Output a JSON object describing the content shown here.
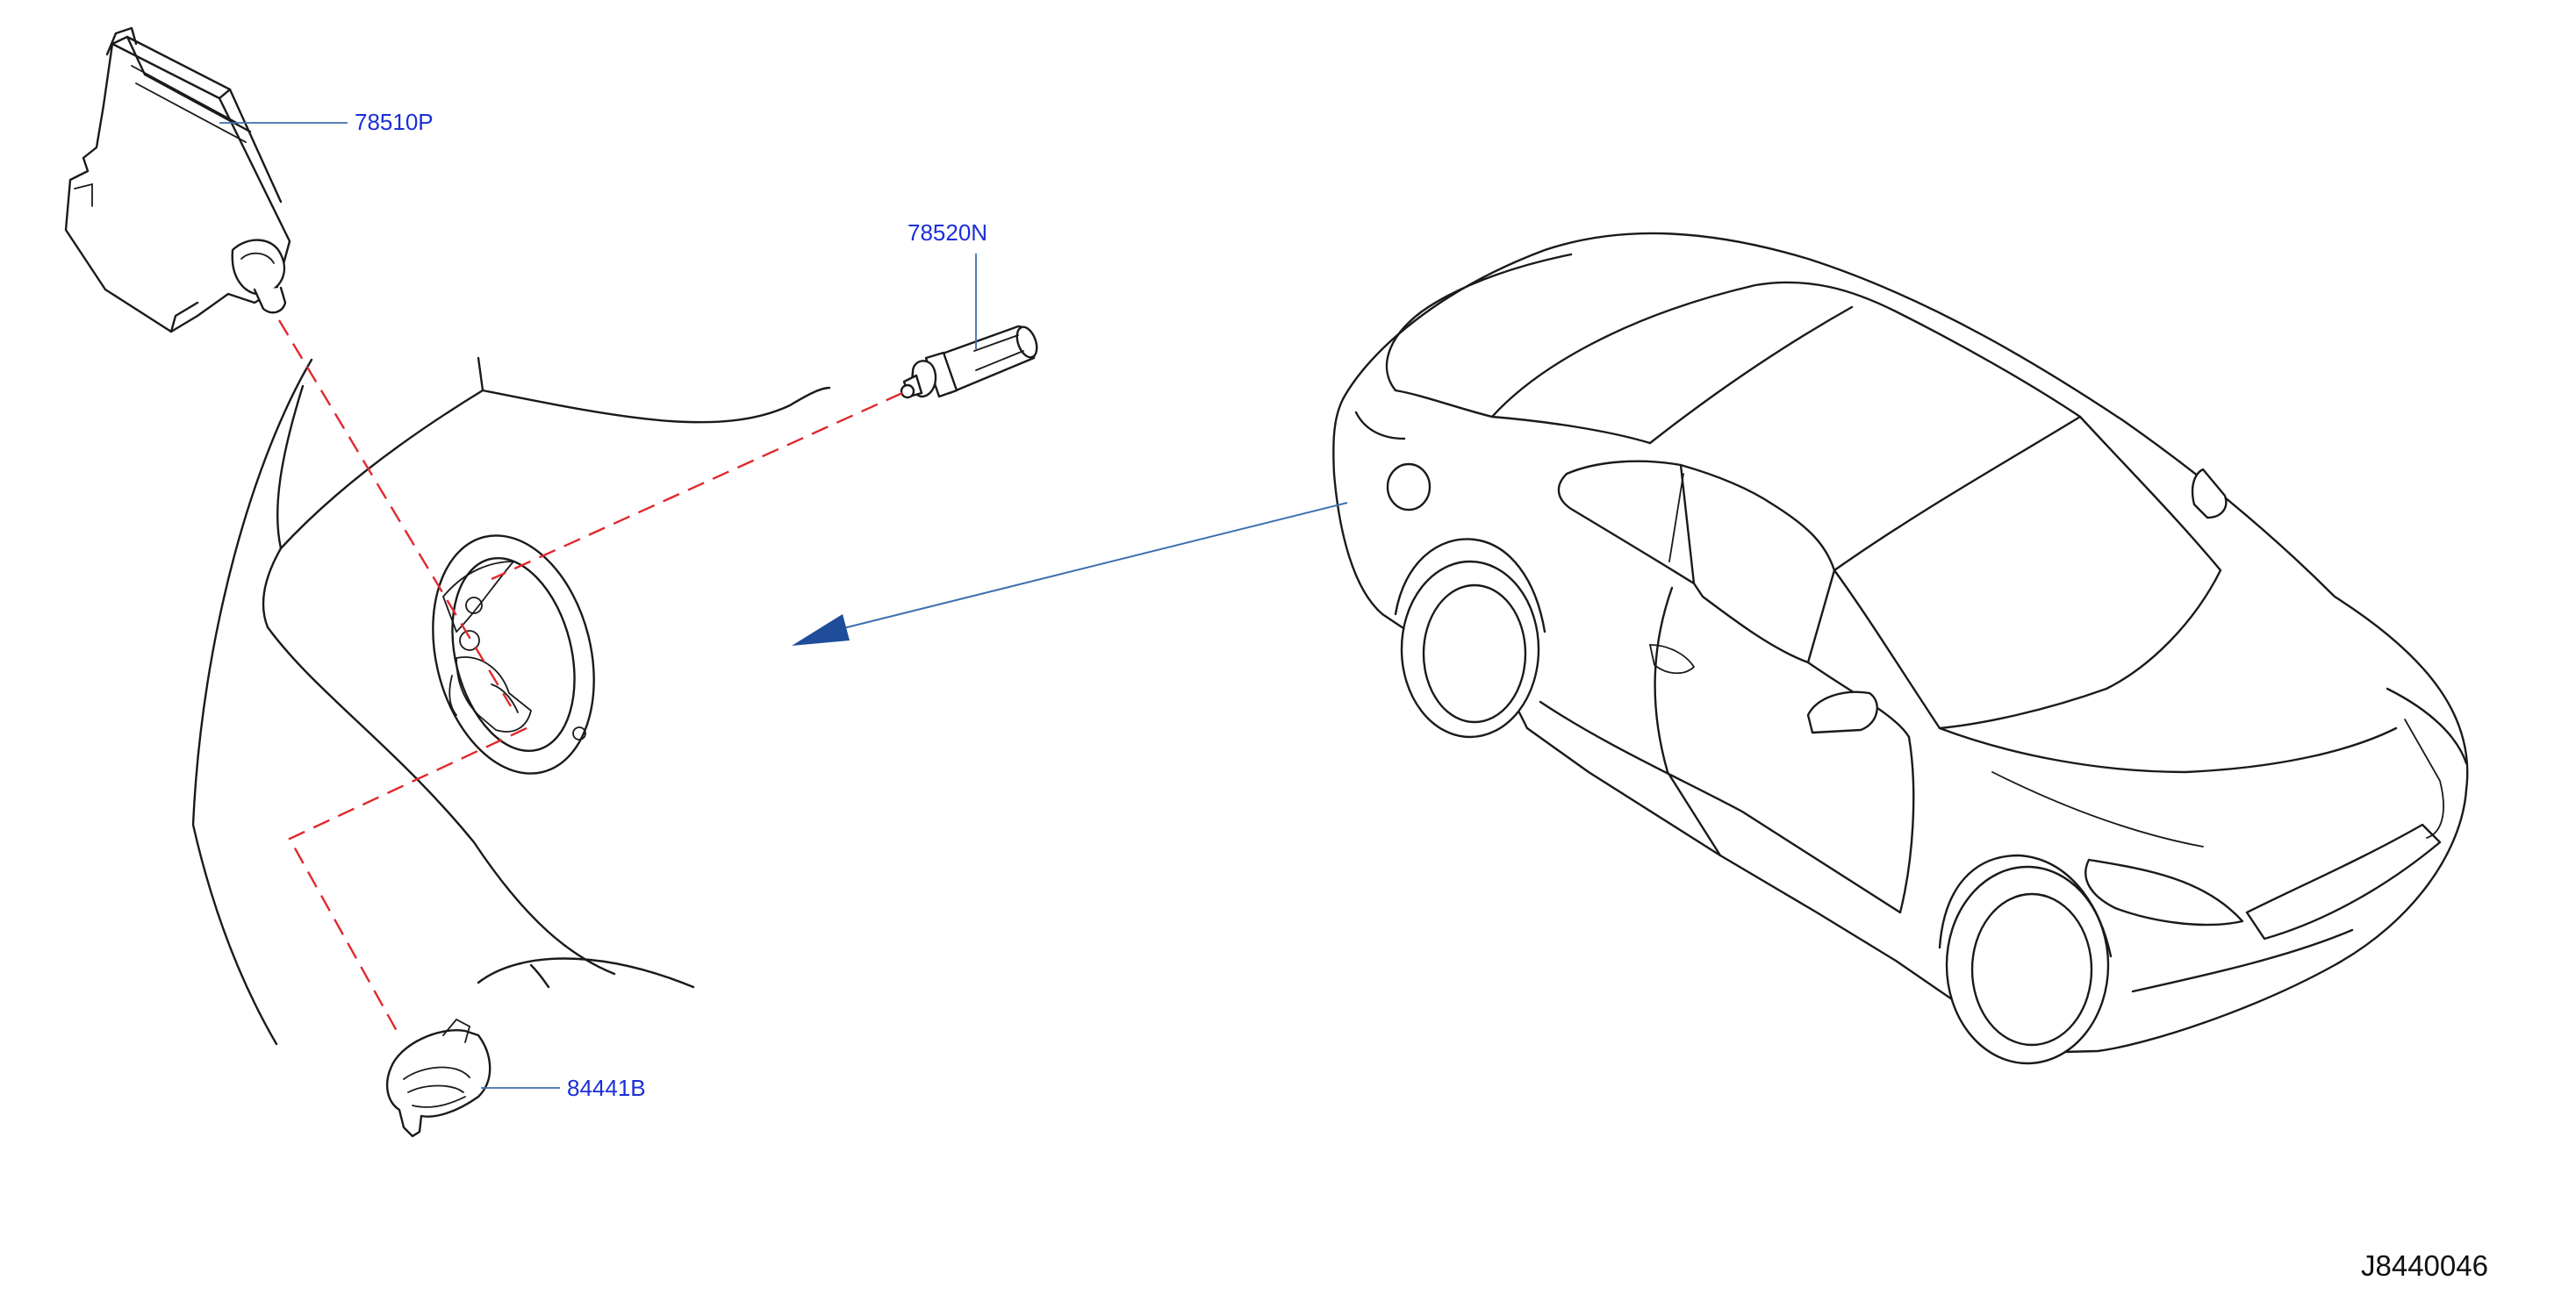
{
  "diagram": {
    "code": "J8440046",
    "parts": [
      {
        "id": "part-78510p",
        "number": "78510P"
      },
      {
        "id": "part-78520n",
        "number": "78520N"
      },
      {
        "id": "part-84441b",
        "number": "84441B"
      }
    ],
    "colors": {
      "line_art": "#1a1a1a",
      "part_label": "#1a2fd6",
      "leader_line": "#3d6fb0",
      "assembly_dashes": "#e0282d",
      "arrow": "#1f4d99"
    }
  }
}
